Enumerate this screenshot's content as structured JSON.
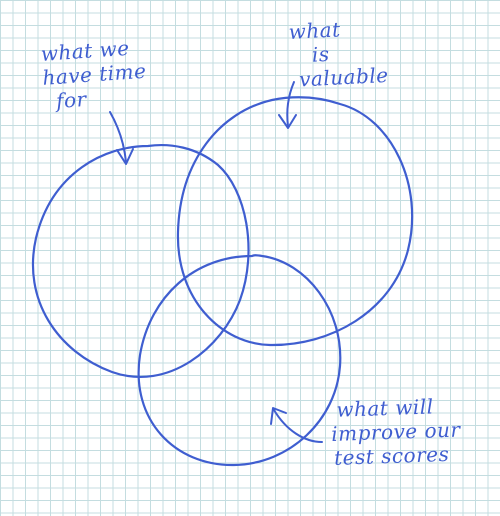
{
  "diagram": {
    "type": "venn",
    "style": "hand-drawn on graph paper",
    "ink_color": "#3f5ed0",
    "grid_color": "#c4dde0",
    "sets": [
      {
        "id": "time",
        "label_lines": [
          "what we",
          "have time",
          "for"
        ]
      },
      {
        "id": "valuable",
        "label_lines": [
          "what",
          "is",
          "valuable"
        ]
      },
      {
        "id": "scores",
        "label_lines": [
          "what will",
          "improve our",
          "test scores"
        ]
      }
    ]
  }
}
